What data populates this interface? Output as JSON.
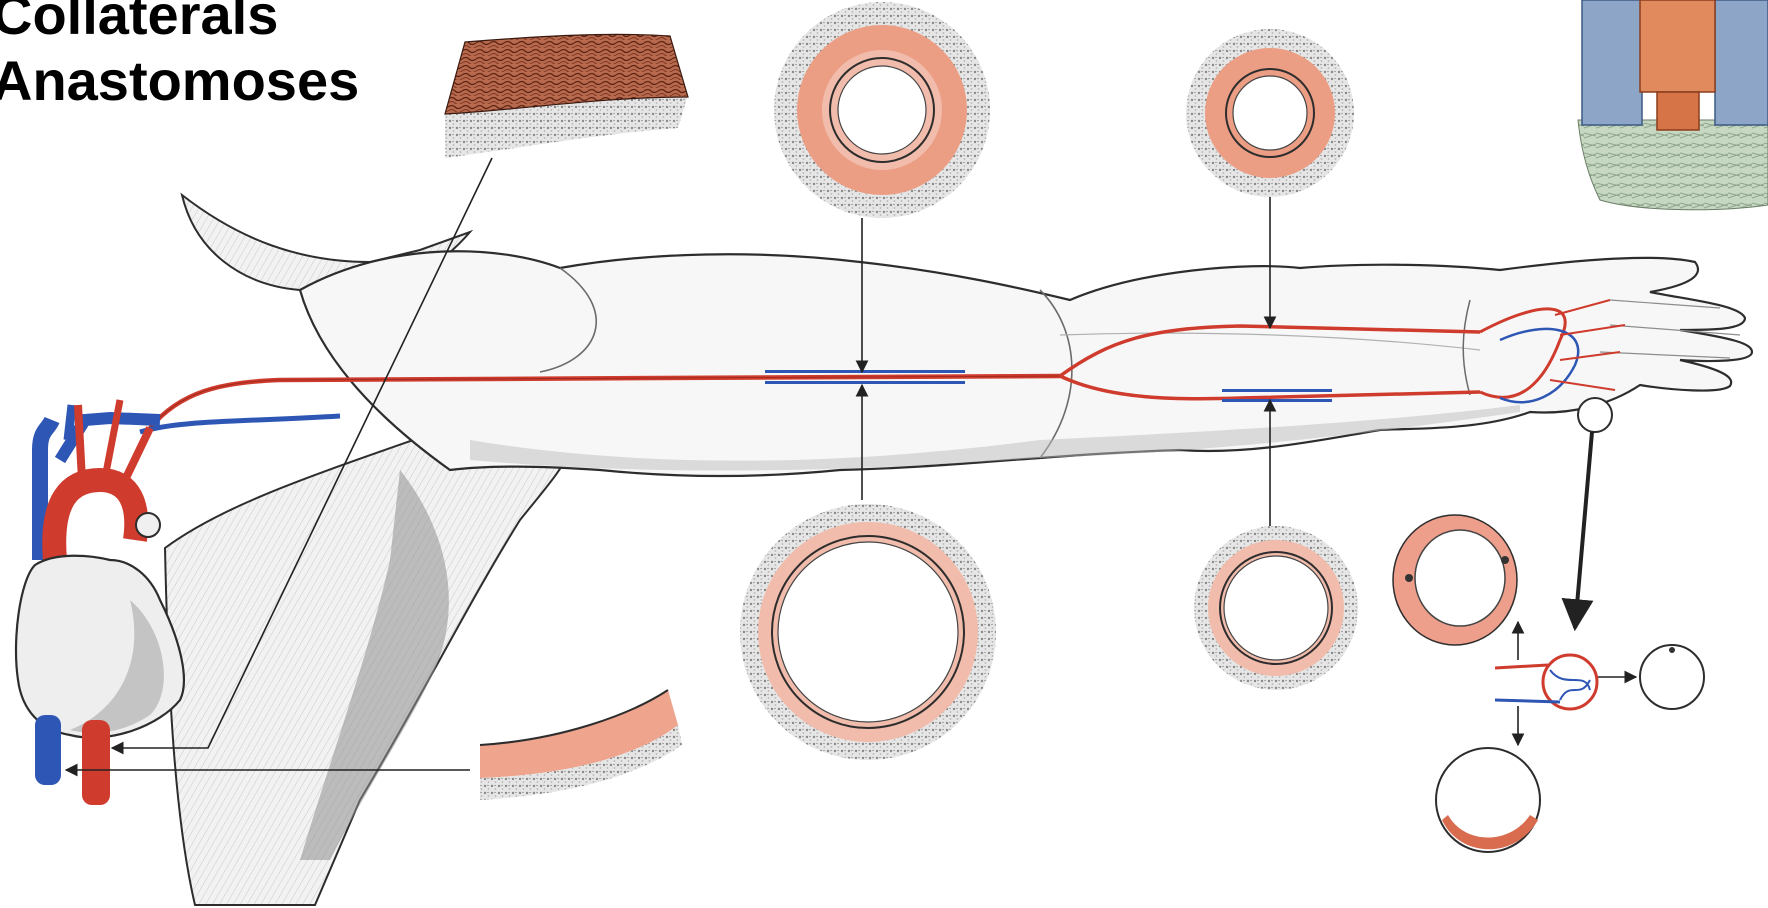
{
  "title": {
    "line1": "Collaterals",
    "line2": "Anastomoses"
  },
  "colors": {
    "artery": "#cf3b2c",
    "vein": "#2e56b5",
    "media": "#eb9e84",
    "media_light": "#f1bcab",
    "adventitia": "#dcdcdc",
    "skin": "#f7f7f7",
    "outline": "#2d2d2d",
    "collagen": "#a8553b",
    "tissue_green": "#c3d6c0"
  },
  "icons": [
    "heart",
    "arm-with-vessels",
    "vessel-cross-section",
    "capillary-network",
    "arrow-pointer"
  ]
}
